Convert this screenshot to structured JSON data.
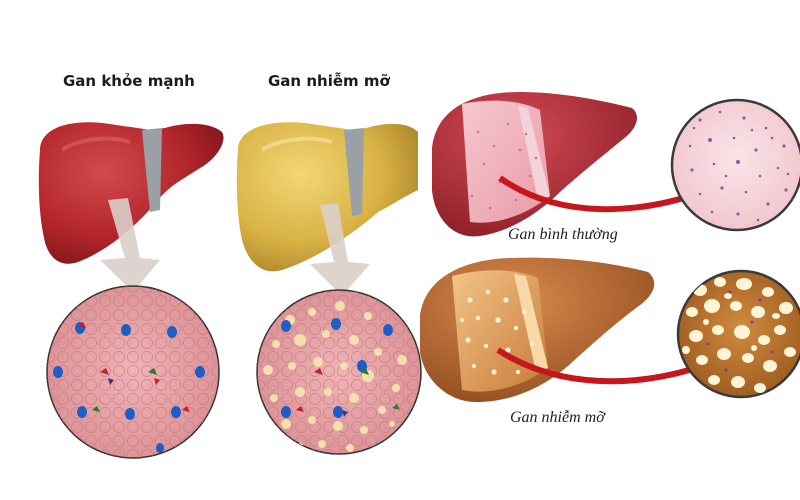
{
  "left_panel": {
    "healthy_title": "Gan khỏe mạnh",
    "fatty_title": "Gan nhiễm mỡ"
  },
  "right_panel": {
    "normal_caption": "Gan bình thường",
    "fatty_caption": "Gan nhiễm mỡ"
  },
  "colors": {
    "healthy_liver": "#b3262b",
    "fatty_liver": "#d9b244",
    "tissue_pink": "#e6a3a6",
    "fat_droplet": "#f6dfae",
    "arrow_red": "#c8161d",
    "arrow_grey": "#d9cfc9",
    "ligament": "#9aa0a6",
    "background": "#ffffff"
  }
}
